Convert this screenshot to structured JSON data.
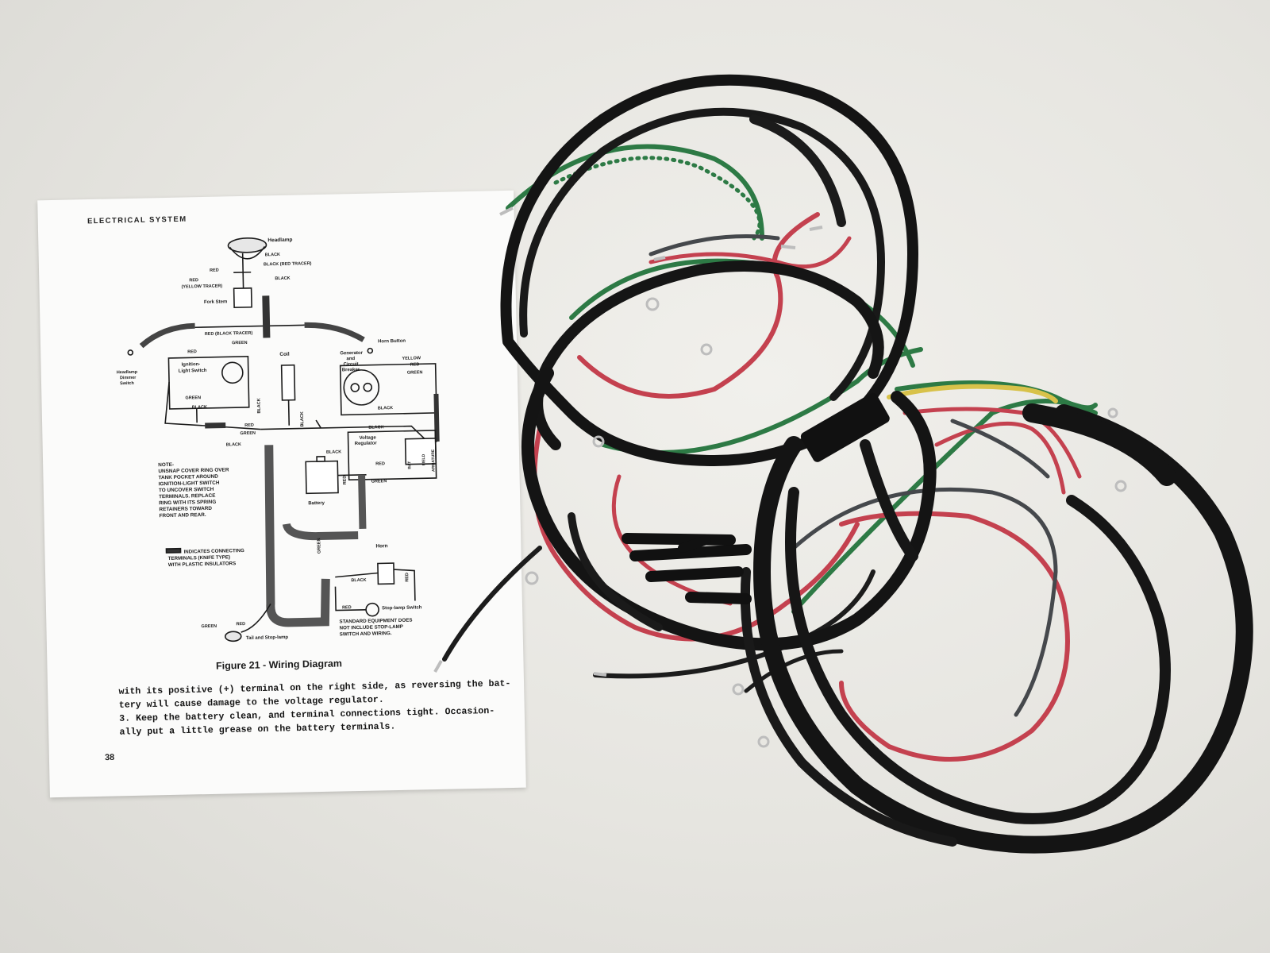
{
  "page": {
    "header": "ELECTRICAL SYSTEM",
    "figure_caption": "Figure 21 - Wiring Diagram",
    "body_lines": [
      "with its positive (+) terminal on the right side, as reversing the bat-",
      "tery will cause damage to the voltage regulator.",
      "3. Keep the battery clean, and terminal connections tight. Occasion-",
      "ally put a little grease on the battery terminals."
    ],
    "page_number": "38"
  },
  "diagram": {
    "labels": {
      "headlamp": "Headlamp",
      "black_top": "BLACK",
      "red_top": "RED",
      "black_red_tracer": "BLACK (RED TRACER)",
      "yellow_tracer": "(YELLOW TRACER)",
      "black_right": "BLACK",
      "fork_stem": "Fork Stem",
      "red_black_tracer": "RED (BLACK TRACER)",
      "horn_button": "Horn Button",
      "green_upper": "GREEN",
      "red_left": "RED",
      "coil": "Coil",
      "generator": "Generator",
      "and": "and",
      "circuit": "Circuit",
      "breaker": "Breaker",
      "headlamp_dimmer": "Headlamp",
      "dimmer": "Dimmer",
      "switch": "Switch",
      "ignition": "Ignition-",
      "light_switch": "Light Switch",
      "yellow": "YELLOW",
      "red_gen": "RED",
      "green_gen": "GREEN",
      "green_mid": "GREEN",
      "black_mid": "BLACK",
      "black_vert": "BLACK",
      "black_vert2": "BLACK",
      "black_gen": "BLACK",
      "red_coil": "RED",
      "green_low": "GREEN",
      "black_low": "BLACK",
      "black_reg": "BLACK",
      "voltage": "Voltage",
      "regulator": "Regulator",
      "red_reg": "RED",
      "black_reg2": "BLACK",
      "red_batt": "RED",
      "green_batt": "GREEN",
      "battery": "Battery",
      "bat": "BAT",
      "field": "FIELD",
      "armature": "ARMATURE",
      "green_vert": "GREEN",
      "horn": "Horn",
      "black_horn": "BLACK",
      "red_horn": "RED",
      "red_stop": "RED",
      "stop_lamp_switch": "Stop-lamp Switch",
      "green_tail": "GREEN",
      "red_tail": "RED",
      "tail_stop_lamp": "Tail and Stop-lamp"
    },
    "note_lines": [
      "NOTE-",
      "UNSNAP COVER RING OVER",
      "TANK POCKET AROUND",
      "IGNITION-LIGHT SWITCH",
      "TO UNCOVER SWITCH",
      "TERMINALS. REPLACE",
      "RING WITH ITS SPRING",
      "RETAINERS TOWARD",
      "FRONT AND REAR."
    ],
    "legend_lines": [
      "INDICATES CONNECTING",
      "TERMINALS (KNIFE TYPE)",
      "WITH PLASTIC INSULATORS"
    ],
    "std_lines": [
      "STANDARD EQUIPMENT DOES",
      "NOT INCLUDE STOP-LAMP",
      "SWITCH AND WIRING."
    ]
  },
  "colors": {
    "table": "#e7e6e1",
    "paper": "#fbfbfa",
    "loom": "#161616",
    "wire_green": "#2d7a45",
    "wire_red": "#c4414f",
    "wire_gray": "#45484c",
    "wire_yellow": "#d8c24a"
  }
}
